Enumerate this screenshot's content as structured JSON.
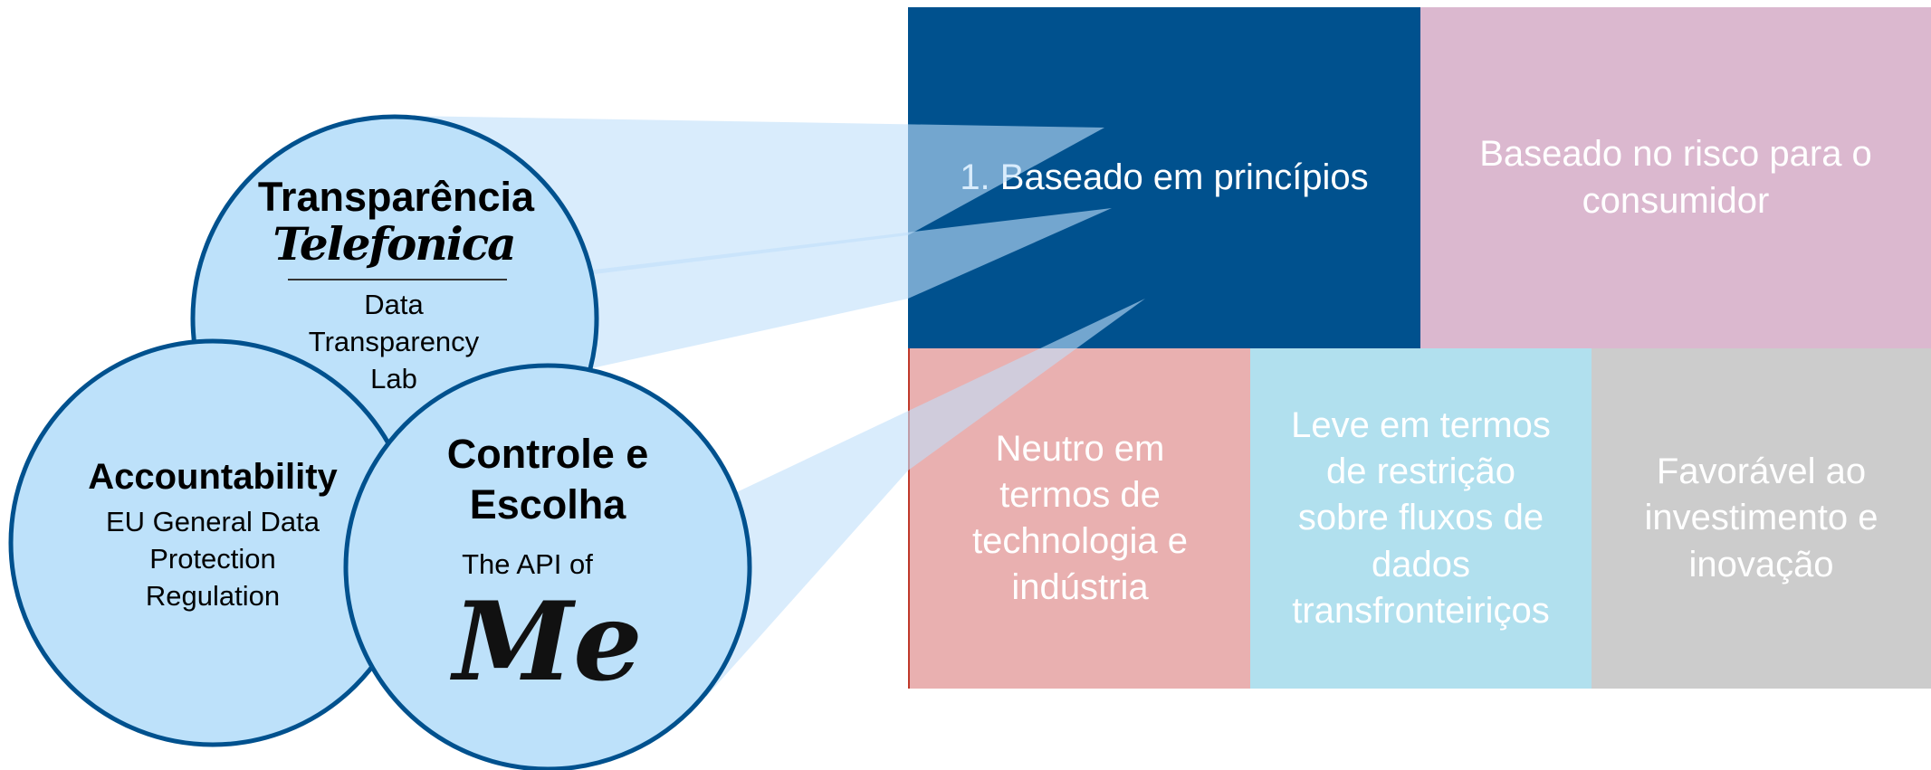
{
  "tiles": {
    "top_left": "1. Baseado em princípios",
    "top_right": "Baseado no risco para o consumidor",
    "bottom_1": "Neutro em termos de technologia e indústria",
    "bottom_2": "Leve em termos de restrição sobre fluxos de dados transfronteiriços",
    "bottom_3": "Favorável ao investimento e inovação"
  },
  "circles": {
    "transparency": {
      "title": "Transparência",
      "logo": "Telefonica",
      "subtitle": "Data Transparency Lab"
    },
    "accountability": {
      "title": "Accountability",
      "subtitle": "EU General Data Protection Regulation"
    },
    "control": {
      "title": "Controle e Escolha",
      "subtitle": "The API of",
      "logo": "Me"
    }
  },
  "colors": {
    "tile_top_left": "#00518e",
    "tile_top_right": "#dbb8cf",
    "tile_bottom_1": "#e9b0b0",
    "tile_bottom_2": "#b1e0ee",
    "tile_bottom_3": "#cccccc",
    "circle_fill": "#bde1fa",
    "circle_stroke": "#00518e",
    "rays": "#cde6fa"
  }
}
